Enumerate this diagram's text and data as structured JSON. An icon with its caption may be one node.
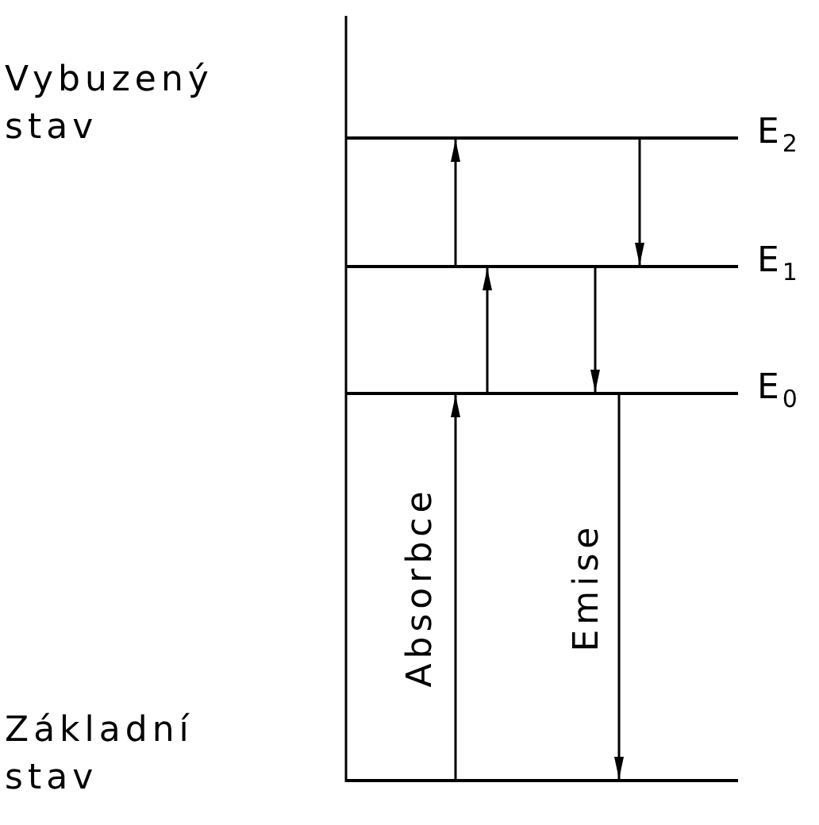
{
  "diagram": {
    "nodes": [
      {
        "text": [
          "E$_{2}$"
        ]
      },
      {
        "text": [
          "E$_{1}$"
        ]
      },
      {
        "text": [
          "E$_{0}$"
        ]
      },
      {
        "text": [],
        "shape": "bar"
      }
    ],
    "edges": [
      {
        "from": 1,
        "to": 0,
        "arrow": "to"
      },
      {
        "from": 0,
        "to": 1,
        "arrow": "to"
      },
      {
        "from": 2,
        "to": 1,
        "arrow": "to"
      },
      {
        "from": 1,
        "to": 2,
        "arrow": "to"
      },
      {
        "from": 3,
        "to": 2,
        "arrow": "to",
        "label": "Absorbce"
      },
      {
        "from": 2,
        "to": 3,
        "arrow": "to",
        "label": "Emise"
      }
    ],
    "labels": [
      "Vybuzený stav",
      "Základní stav"
    ]
  }
}
